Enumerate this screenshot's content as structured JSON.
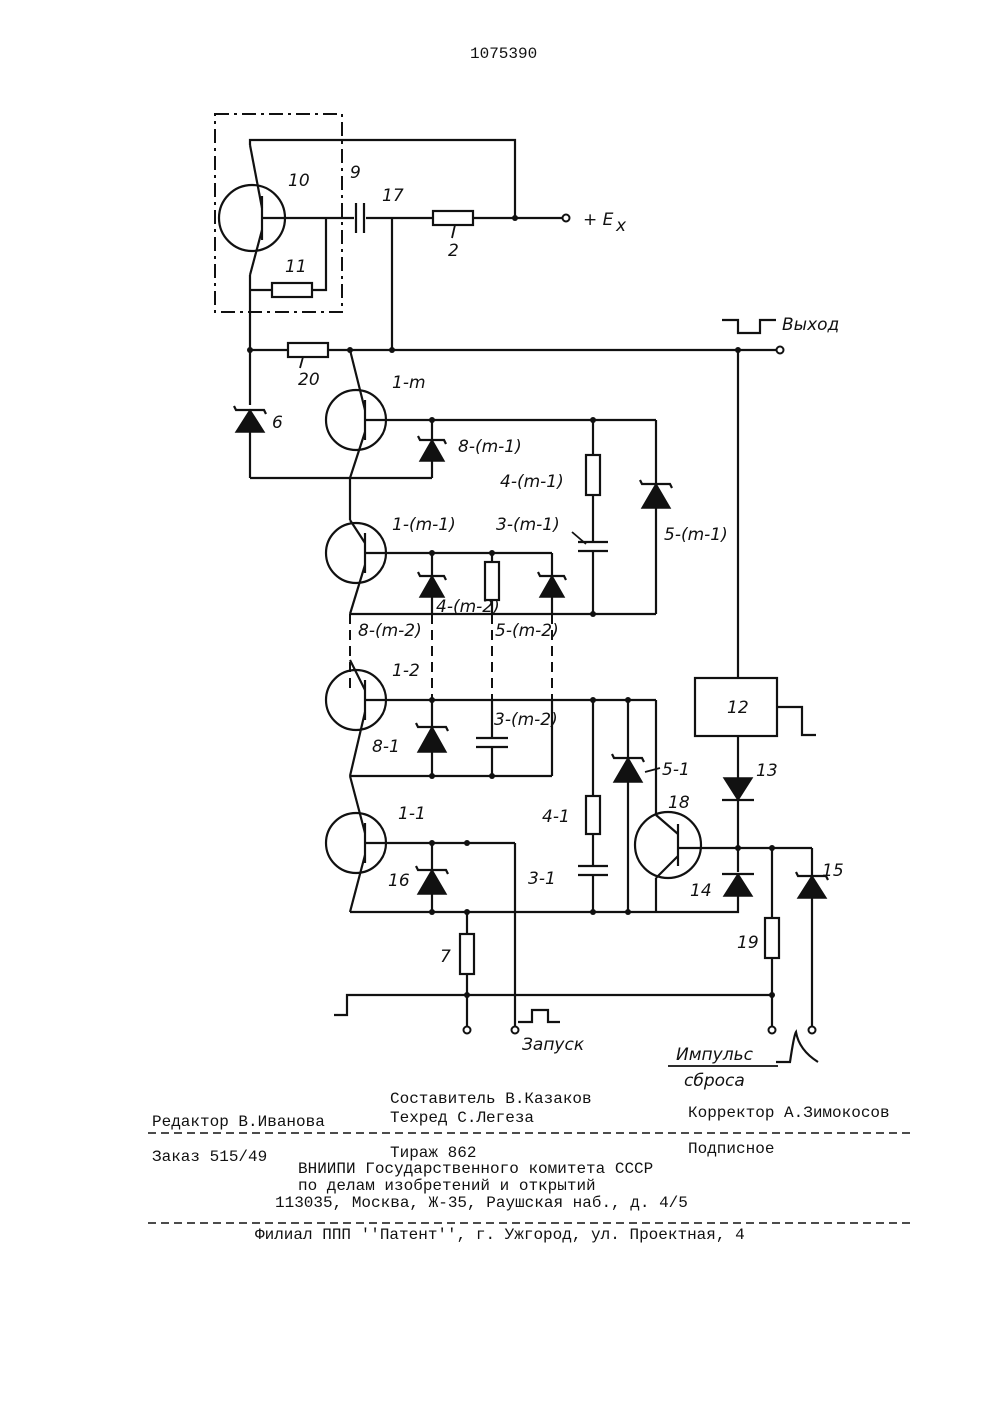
{
  "document": {
    "patent_number": "1075390"
  },
  "diagram": {
    "supply_label": "+ E",
    "supply_subscript": "x",
    "output_label": "Выход",
    "start_label": "Запуск",
    "reset_label_line1": "Импульс",
    "reset_label_line2": "сброса",
    "components": {
      "c9": "9",
      "c10": "10",
      "c11": "11",
      "c17": "17",
      "c2": "2",
      "c20": "20",
      "c6": "6",
      "t1m": "1-m",
      "d8m1": "8-(m-1)",
      "r4m1": "4-(m-1)",
      "c3m1": "3-(m-1)",
      "d5m1": "5-(m-1)",
      "t1m1": "1-(m-1)",
      "d8m2": "8-(m-2)",
      "r4m2": "4-(m-2)",
      "d5m2": "5-(m-2)",
      "t12": "1-2",
      "d81": "8-1",
      "c3m2": "3-(m-2)",
      "c12": "12",
      "d51": "5-1",
      "d13": "13",
      "t11": "1-1",
      "r41": "4-1",
      "t18": "18",
      "d16": "16",
      "c31": "3-1",
      "d14": "14",
      "d15": "15",
      "r19": "19",
      "r7": "7"
    }
  },
  "imprint": {
    "composer": "Составитель В.Казаков",
    "editor": "Редактор В.Иванова",
    "techred": "Техред С.Легеза",
    "corrector": "Корректор А.Зимокосов",
    "order": "Заказ 515/49",
    "circulation": "Тираж 862",
    "subscription": "Подписное",
    "org_line1": "ВНИИПИ Государственного комитета СССР",
    "org_line2": "по делам изобретений и открытий",
    "org_line3": "113035, Москва, Ж-35, Раушская наб., д. 4/5",
    "branch": "Филиал ППП ''Патент'', г. Ужгород, ул. Проектная, 4"
  }
}
